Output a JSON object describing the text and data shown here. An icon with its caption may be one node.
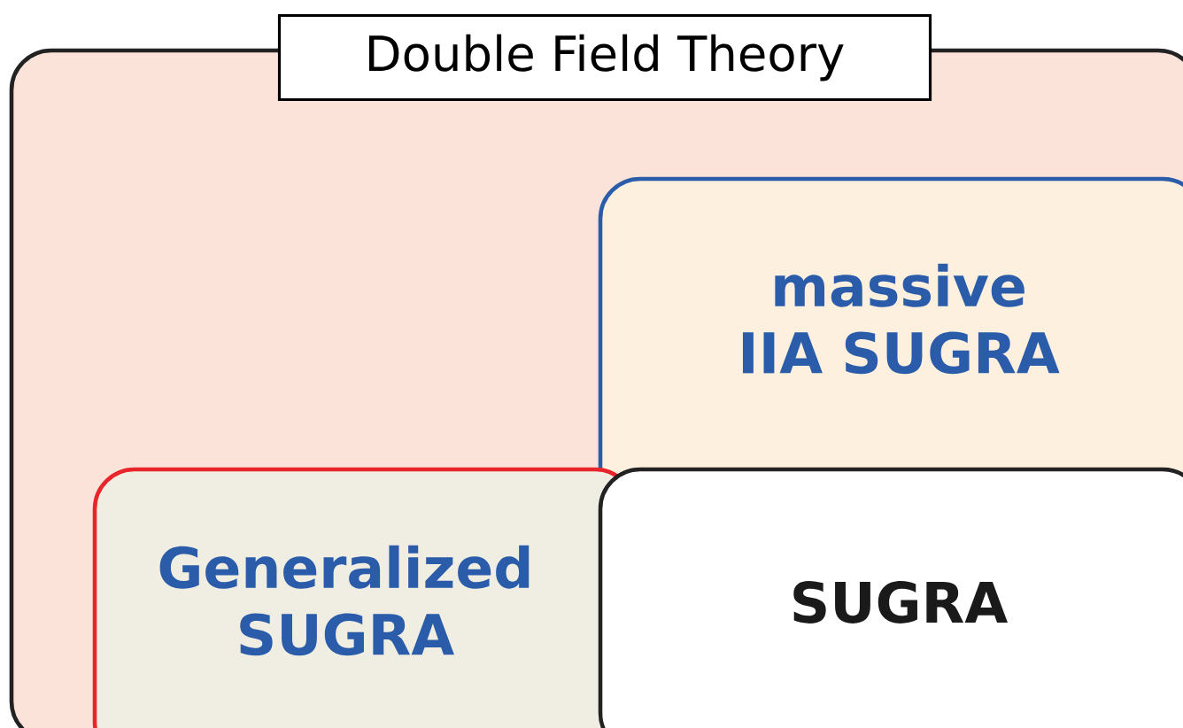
{
  "diagram": {
    "nodes": [
      {
        "text": [
          "Double Field Theory"
        ]
      },
      {
        "text": [
          "massive IIA SUGRA"
        ],
        "in": 0
      },
      {
        "text": [
          "Generalized SUGRA"
        ],
        "in": 0
      },
      {
        "text": [
          "SUGRA"
        ],
        "in": 1
      }
    ]
  }
}
